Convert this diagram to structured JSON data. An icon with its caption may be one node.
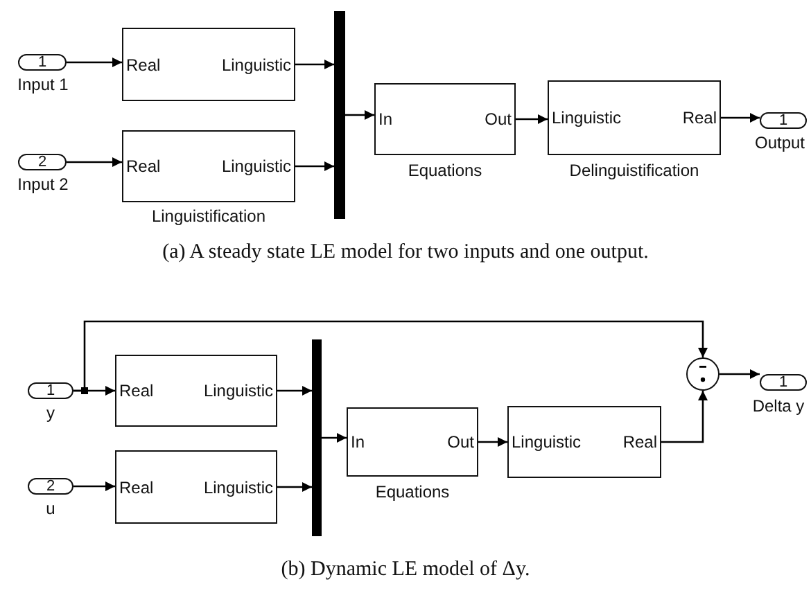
{
  "diagram": {
    "nodes": [
      {
        "text": [
          "1"
        ],
        "beside": [
          "Input 1"
        ]
      },
      {
        "text": [
          "2"
        ],
        "beside": [
          "Input 2"
        ]
      },
      {
        "text": [
          "Real",
          "Linguistic"
        ]
      },
      {
        "text": [
          "Real",
          "Linguistic"
        ],
        "beside": [
          "Linguistification"
        ]
      },
      {
        "text": [],
        "shape": "bar"
      },
      {
        "text": [
          "In",
          "Out"
        ],
        "beside": [
          "Equations"
        ]
      },
      {
        "text": [
          "Linguistic",
          "Real"
        ],
        "beside": [
          "Delinguistification"
        ]
      },
      {
        "text": [
          "1"
        ],
        "beside": [
          "Output"
        ]
      },
      {
        "text": [
          "1"
        ],
        "beside": [
          "y"
        ]
      },
      {
        "text": [
          "2"
        ],
        "beside": [
          "u"
        ]
      },
      {
        "text": [
          "Real",
          "Linguistic"
        ]
      },
      {
        "text": [
          "Real",
          "Linguistic"
        ]
      },
      {
        "text": [],
        "shape": "bar"
      },
      {
        "text": [
          "In",
          "Out"
        ],
        "beside": [
          "Equations"
        ]
      },
      {
        "text": [
          "Linguistic",
          "Real"
        ]
      },
      {
        "text": [],
        "shape": "circle"
      },
      {
        "text": [
          "1"
        ],
        "beside": [
          "Delta y"
        ]
      }
    ],
    "edges": [
      {
        "from": 0,
        "to": 2,
        "arrow": "to"
      },
      {
        "from": 1,
        "to": 3,
        "arrow": "to"
      },
      {
        "from": 2,
        "to": 4,
        "arrow": "to"
      },
      {
        "from": 3,
        "to": 4,
        "arrow": "to"
      },
      {
        "from": 4,
        "to": 5,
        "arrow": "to"
      },
      {
        "from": 5,
        "to": 6,
        "arrow": "to"
      },
      {
        "from": 6,
        "to": 7,
        "arrow": "to"
      },
      {
        "from": 8,
        "to": 10,
        "arrow": "to"
      },
      {
        "from": 8,
        "to": 15,
        "arrow": "to"
      },
      {
        "from": 9,
        "to": 11,
        "arrow": "to"
      },
      {
        "from": 10,
        "to": 12,
        "arrow": "to"
      },
      {
        "from": 11,
        "to": 12,
        "arrow": "to"
      },
      {
        "from": 12,
        "to": 13,
        "arrow": "to"
      },
      {
        "from": 13,
        "to": 14,
        "arrow": "to"
      },
      {
        "from": 14,
        "to": 15,
        "arrow": "to"
      },
      {
        "from": 15,
        "to": 16,
        "arrow": "to"
      }
    ],
    "labels": [
      "(a) A steady state LE model for two inputs and one output.",
      "(b) Dynamic LE model of Δy."
    ]
  }
}
